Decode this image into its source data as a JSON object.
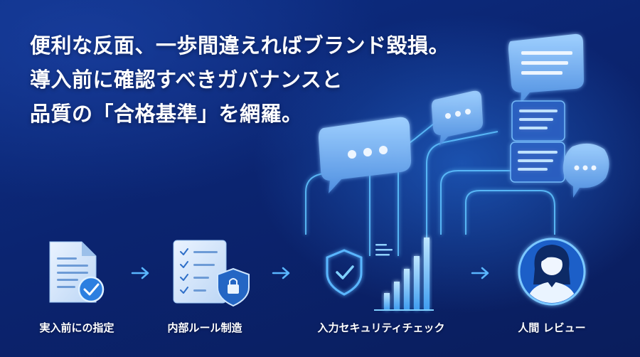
{
  "headline": {
    "line1": "便利な反面、一歩間違えればブランド毀損。",
    "line2": "導入前に確認すべきガバナンスと",
    "line3": "品質の「合格基準」を網羅。"
  },
  "steps": [
    {
      "label": "実入前にの指定",
      "icon": "document-check-icon"
    },
    {
      "label": "内部ルール制造",
      "icon": "checklist-lock-icon"
    },
    {
      "label": "入力セキュリティチェック",
      "icon": "shield-bar-chart-icon"
    },
    {
      "label": "人間 レビュー",
      "icon": "person-avatar-icon"
    }
  ],
  "colors": {
    "accent": "#4fb3ff",
    "background": "#0b2470",
    "bubble": "#7ab8f5"
  }
}
